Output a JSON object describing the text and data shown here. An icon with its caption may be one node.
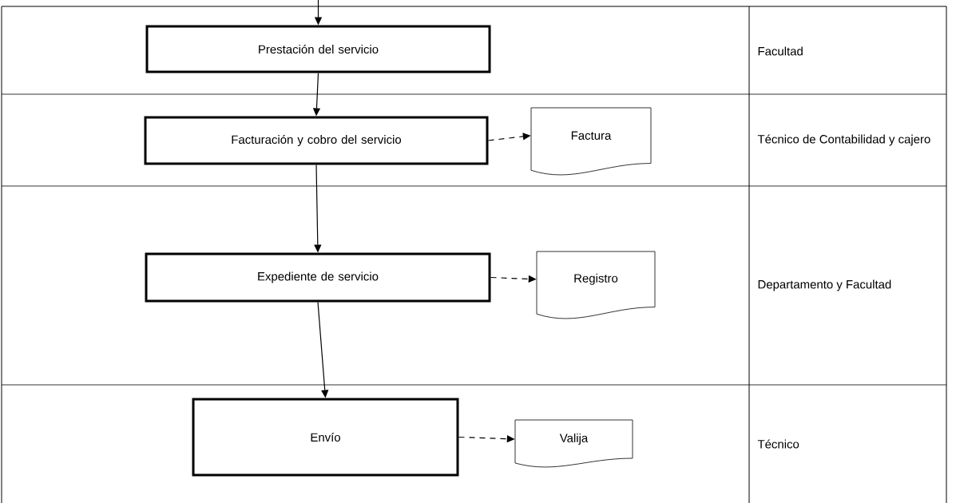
{
  "diagram": {
    "nodes": [
      {
        "text": [
          "Prestación del servicio"
        ]
      },
      {
        "text": [
          "Facturación y cobro del servicio"
        ]
      },
      {
        "text": [
          "Factura"
        ]
      },
      {
        "text": [
          "Expediente de servicio"
        ]
      },
      {
        "text": [
          "Registro"
        ]
      },
      {
        "text": [
          "Envío"
        ]
      },
      {
        "text": [
          "Valija"
        ]
      }
    ],
    "edges": [
      {
        "from": null,
        "to": 0,
        "arrow": "to"
      },
      {
        "from": 0,
        "to": 1,
        "arrow": "to"
      },
      {
        "from": 1,
        "to": 2,
        "arrow": "to",
        "style": "dashed"
      },
      {
        "from": 1,
        "to": 3,
        "arrow": "to"
      },
      {
        "from": 3,
        "to": 4,
        "arrow": "to",
        "style": "dashed"
      },
      {
        "from": 3,
        "to": 5,
        "arrow": "to"
      },
      {
        "from": 5,
        "to": 6,
        "arrow": "to",
        "style": "dashed"
      }
    ],
    "labels": [
      "Facultad",
      "Técnico de Contabilidad y cajero",
      "Departamento y Facultad",
      "Técnico"
    ]
  }
}
